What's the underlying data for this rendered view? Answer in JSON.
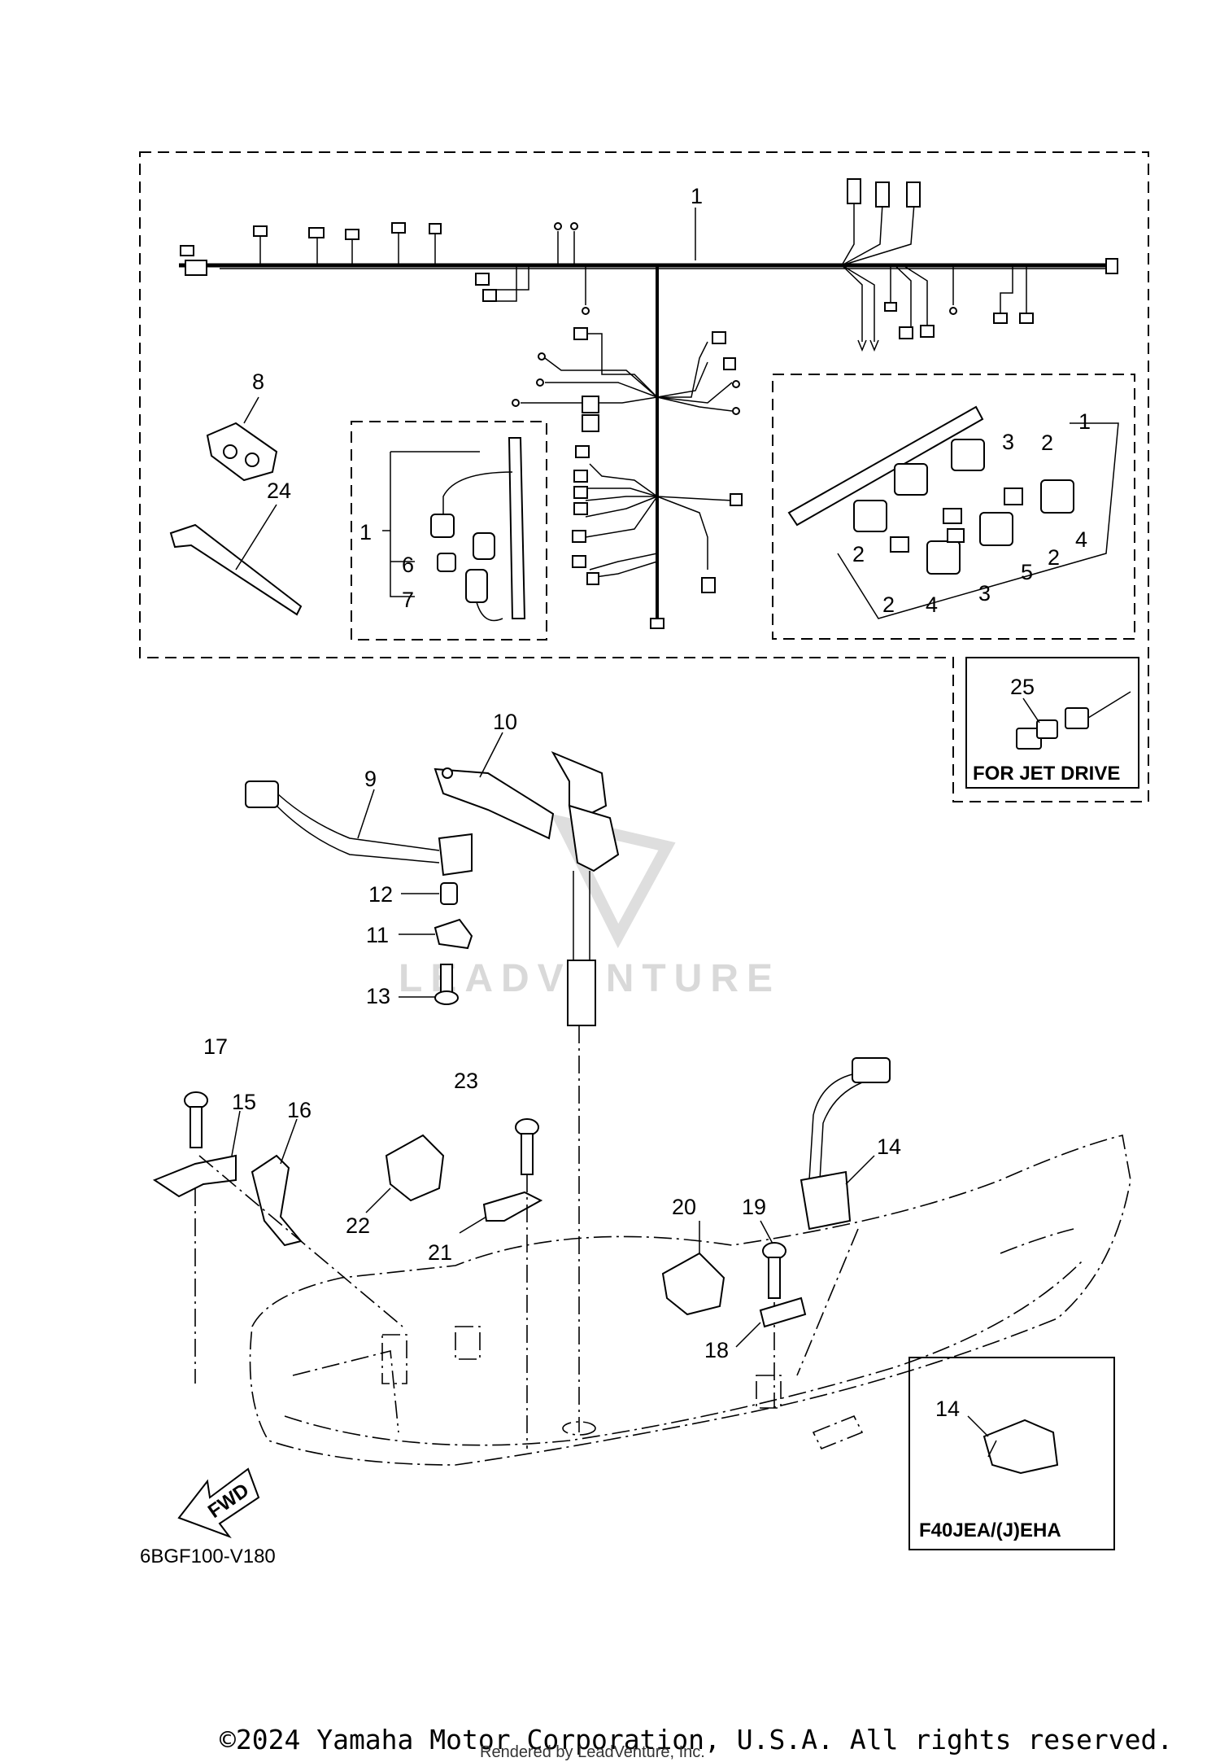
{
  "diagram_code": "6BGF100-V180",
  "watermark": "LEADVENTURE",
  "inset_labels": {
    "jet_drive": "FOR JET DRIVE",
    "model": "F40JEA/(J)EHA"
  },
  "fwd_label": "FWD",
  "callouts": {
    "harness_main": "1",
    "harness_detail_left": "1",
    "harness_detail_right": "1",
    "c2a": "2",
    "c2b": "2",
    "c2c": "2",
    "c2d": "2",
    "c3a": "3",
    "c3b": "3",
    "c4a": "4",
    "c4b": "4",
    "c5": "5",
    "c6": "6",
    "c7": "7",
    "c8": "8",
    "c9": "9",
    "c10": "10",
    "c11": "11",
    "c12": "12",
    "c13": "13",
    "c14": "14",
    "c14b": "14",
    "c15": "15",
    "c16": "16",
    "c17": "17",
    "c18": "18",
    "c19": "19",
    "c20": "20",
    "c21": "21",
    "c22": "22",
    "c23": "23",
    "c24": "24",
    "c25": "25"
  },
  "footer": {
    "copyright": "©2024 Yamaha Motor Corporation, U.S.A. All rights reserved.",
    "rendered_by": "Rendered by LeadVenture, Inc."
  }
}
